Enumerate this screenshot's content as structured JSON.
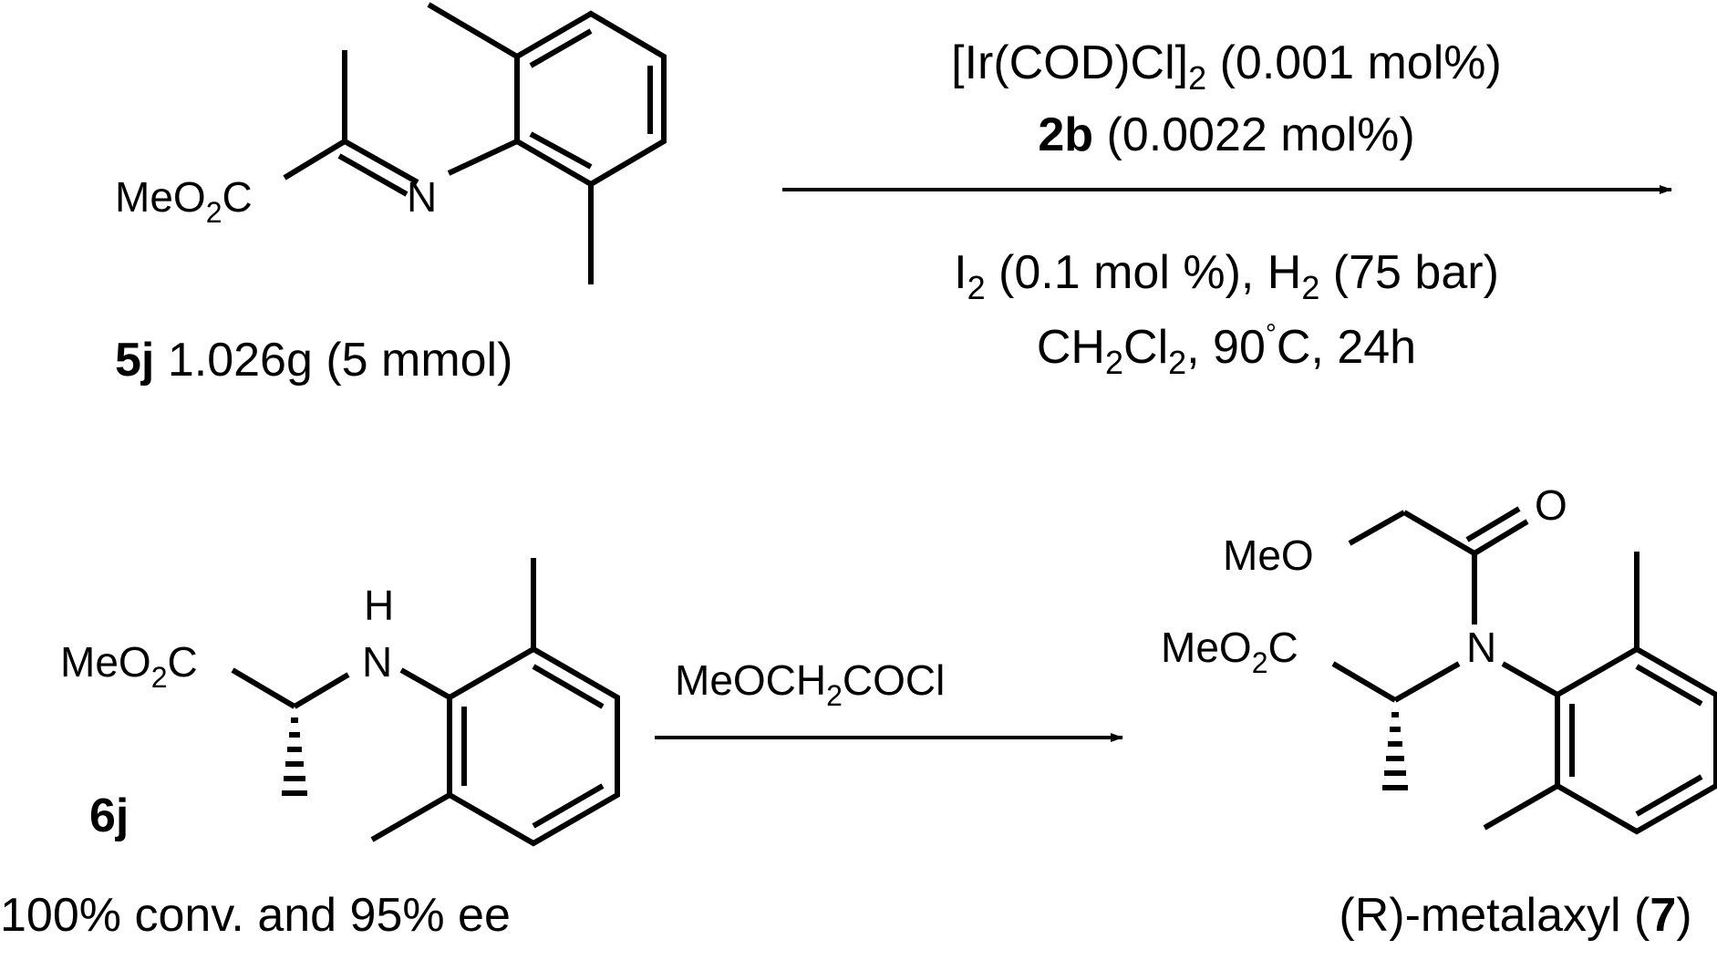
{
  "reaction1": {
    "reactant": {
      "atoms": {
        "ester": "MeO",
        "ester_sub": "2",
        "ester_c": "C",
        "nitrogen": "N"
      },
      "label_bold": "5j",
      "label_rest": " 1.026g (5 mmol)"
    },
    "conditions_above": {
      "line1_a": "[Ir(COD)Cl]",
      "line1_sub": "2",
      "line1_b": " (0.001 mol%)",
      "line2_bold": "2b",
      "line2_rest": " (0.0022 mol%)"
    },
    "conditions_below": {
      "line3_a": "I",
      "line3_sub1": "2",
      "line3_b": " (0.1 mol %), H",
      "line3_sub2": "2",
      "line3_c": " (75 bar)",
      "line4_a": "CH",
      "line4_sub1": "2",
      "line4_b": "Cl",
      "line4_sub2": "2",
      "line4_c": ", 90",
      "line4_deg": "°",
      "line4_d": "C, 24h"
    }
  },
  "reaction2": {
    "intermediate": {
      "atoms": {
        "ester": "MeO",
        "ester_sub": "2",
        "ester_c": "C",
        "nh_h": "H",
        "nh_n": "N"
      },
      "label": "6j",
      "result": "100% conv. and 95% ee"
    },
    "reagent": {
      "a": "MeOCH",
      "sub": "2",
      "b": "COCl"
    },
    "product": {
      "atoms": {
        "methoxy": "MeO",
        "oxygen": "O",
        "ester": "MeO",
        "ester_sub": "2",
        "ester_c": "C",
        "nitrogen": "N"
      },
      "label_a": "(R)-metalaxyl (",
      "label_bold": "7",
      "label_b": ")"
    }
  }
}
